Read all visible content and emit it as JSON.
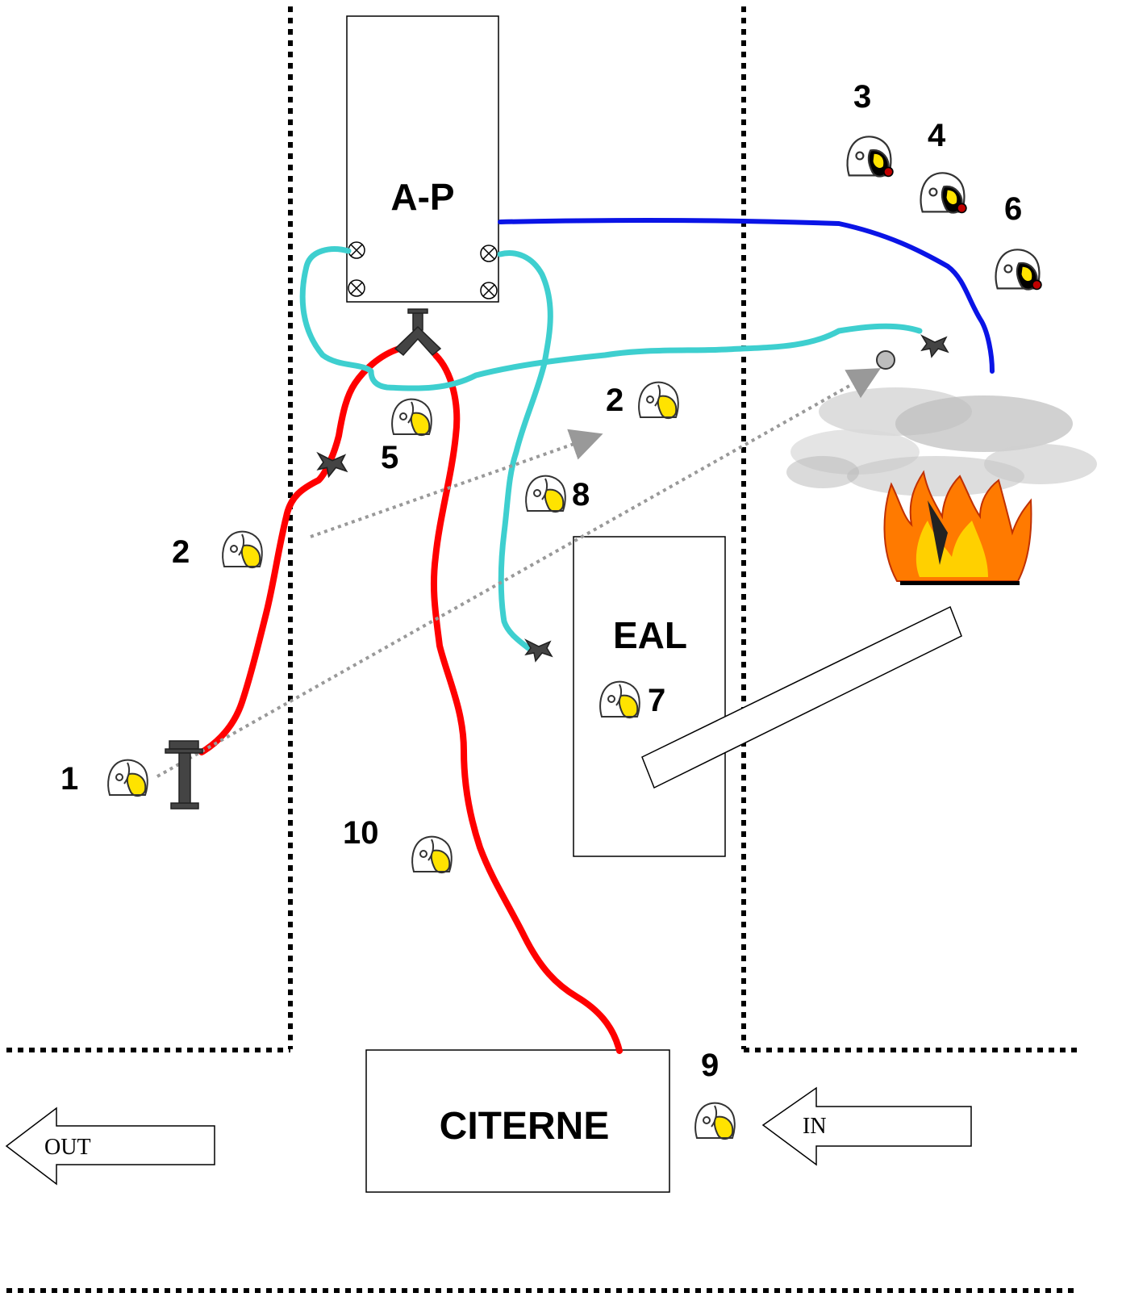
{
  "vehicles": {
    "ap": "A-P",
    "eal": "EAL",
    "citerne": "CITERNE"
  },
  "arrows": {
    "out": "OUT",
    "in": "IN"
  },
  "firefighters": [
    {
      "label": "1"
    },
    {
      "label": "2"
    },
    {
      "label": "2"
    },
    {
      "label": "3"
    },
    {
      "label": "4"
    },
    {
      "label": "5"
    },
    {
      "label": "6"
    },
    {
      "label": "7"
    },
    {
      "label": "8"
    },
    {
      "label": "9"
    },
    {
      "label": "10"
    }
  ],
  "colors": {
    "supply_hose": "#ff0000",
    "attack_hose": "#3ecfcf",
    "ventilation_hose": "#0a14e6",
    "fire": "#ff8c00",
    "smoke": "#9a9a9a",
    "helmet_visor": "#ffe300",
    "equipment": "#333333"
  },
  "icons": [
    "helmet-icon",
    "hydrant-icon",
    "nozzle-icon",
    "siamese-icon",
    "fire-icon",
    "smoke-icon",
    "ladder-icon"
  ]
}
